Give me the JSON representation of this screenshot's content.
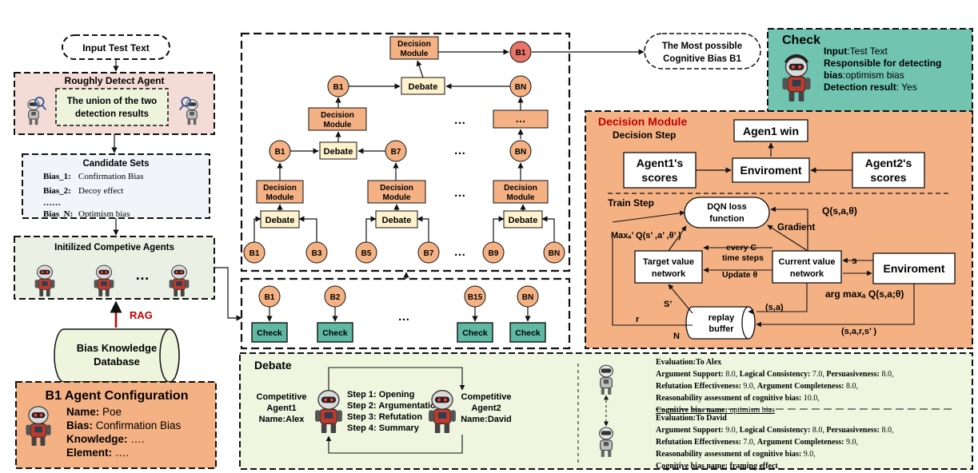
{
  "colors": {
    "salmon": "#f4b183",
    "salmon_dark": "#f2a571",
    "pink_panel": "#f4dcd6",
    "candidate_bg": "#f2f4fa",
    "agents_bg": "#eaf0e4",
    "debate_bg": "#f0f5e0",
    "teal": "#70c4b0",
    "teal_check": "#5fb8a2",
    "debate_box": "#fff2cc",
    "node_red": "#e8746a",
    "rag_red": "#c00000",
    "check_box": "#7cc9b6"
  },
  "left": {
    "input": "Input Test Text",
    "rough_title": "Roughly Detect Agent",
    "union_line1": "The union of the two",
    "union_line2": "detection results",
    "candidate_title": "Candidate Sets",
    "candidates": [
      {
        "key": "Bias_1:",
        "val": "Confirmation Bias"
      },
      {
        "key": "Bias_2:",
        "val": "Decoy effect"
      },
      {
        "key": "……",
        "val": ""
      },
      {
        "key": "Bias_N:",
        "val": "Optimism bias"
      }
    ],
    "agents_title": "Initilized Competive Agents",
    "agents_ellipsis": "…",
    "rag": "RAG",
    "db_line1": "Bias Knowledge",
    "db_line2": "Database",
    "config_title": "B1 Agent Configuration",
    "config_rows": [
      {
        "key": "Name:",
        "val": " Poe"
      },
      {
        "key": "Bias:",
        "val": "  Confirmation Bias"
      },
      {
        "key": "Knowledge:",
        "val": " …."
      },
      {
        "key": "Element:",
        "val": " …."
      }
    ]
  },
  "tree": {
    "decision": "Decision",
    "module": "Module",
    "debate": "Debate",
    "ellipsis": "…",
    "top_node": "B1",
    "level2": [
      "B1",
      "BN"
    ],
    "level3": [
      "B1",
      "B7",
      "BN"
    ],
    "leaves": [
      "B1",
      "B3",
      "B5",
      "B7",
      "B9",
      "BN"
    ],
    "checks": [
      "B1",
      "B2",
      "B15",
      "BN"
    ],
    "check_label": "Check"
  },
  "result": {
    "line1": "The Most possible",
    "line2": "Cognitive Bias B1"
  },
  "check_panel": {
    "title": "Check",
    "lines": [
      {
        "b": "Input",
        "t": ":Test Text"
      },
      {
        "b": "Responsible for detecting",
        "t": ""
      },
      {
        "b": "bias",
        "t": ":optimism bias"
      },
      {
        "b": "Detection result",
        "t": ": Yes"
      }
    ]
  },
  "decision_module": {
    "title": "Decision Module",
    "decision_step": "Decision Step",
    "agen1_win": "Agen1 win",
    "agent1_scores_1": "Agent1's",
    "agent1_scores_2": "scores",
    "enviroment": "Enviroment",
    "agent2_scores_1": "Agent2's",
    "agent2_scores_2": "scores",
    "train_step": "Train Step",
    "dqn_1": "DQN loss",
    "dqn_2": "function",
    "q_sat": "Q(s,a,θ)",
    "gradient": "Gradient",
    "max_label": "Maxₐ’ Q(s’ ,a’ ,θ’ )",
    "every_1": "every C",
    "every_2": "time steps",
    "target_1": "Target value",
    "target_2": "network",
    "current_1": "Current value",
    "current_2": "network",
    "update": "Update θ",
    "s": "s",
    "env2": "Enviroment",
    "argmax": "arg maxₐ Q(s,a;θ)",
    "s_prime": "S’",
    "sa": "(s,a)",
    "r": "r",
    "replay_1": "replay",
    "replay_2": "buffer",
    "sars": "(s,a,r,s’ )",
    "n": "N"
  },
  "debate_panel": {
    "title": "Debate",
    "agent1": [
      "Competitive",
      "Agent1",
      "Name:Alex"
    ],
    "agent2": [
      "Competitive",
      "Agent2",
      "Name:David"
    ],
    "steps": [
      "Step 1: Opening",
      "Step 2: Argumentation",
      "Step 3: Refutation",
      "Step 4: Summary"
    ],
    "eval1": {
      "title": "Evaluation:To Alex",
      "l1": [
        {
          "b": "Argument Support:",
          "t": " 8.0, "
        },
        {
          "b": "Logical Consistency:",
          "t": " 7.0, "
        },
        {
          "b": "Persuasiveness:",
          "t": " 8.0,"
        }
      ],
      "l2": [
        {
          "b": "Refutation Effectiveness:",
          "t": " 9.0, "
        },
        {
          "b": "Argument Completeness:",
          "t": " 8.0,"
        }
      ],
      "l3": [
        {
          "b": "Reasonability assessment of cognitive bias:",
          "t": " 10.0,"
        }
      ],
      "l4": [
        {
          "b": "Cognitive bias name:",
          "t": " optimism bias"
        }
      ]
    },
    "eval2": {
      "title": "Evaluation:To David",
      "l1": [
        {
          "b": "Argument Support:",
          "t": " 9.0, "
        },
        {
          "b": "Logical Consistency:",
          "t": " 8.0, "
        },
        {
          "b": "Persuasiveness:",
          "t": " 8.0,"
        }
      ],
      "l2": [
        {
          "b": "Refutation Effectiveness:",
          "t": " 7.0, "
        },
        {
          "b": "Argument Completeness:",
          "t": " 9.0,"
        }
      ],
      "l3": [
        {
          "b": "Reasonability assessment of cognitive bias:",
          "t": " 9.0,"
        }
      ],
      "l4": [
        {
          "b": "Cognitive bias name:",
          "t": " framing effect"
        }
      ]
    }
  }
}
